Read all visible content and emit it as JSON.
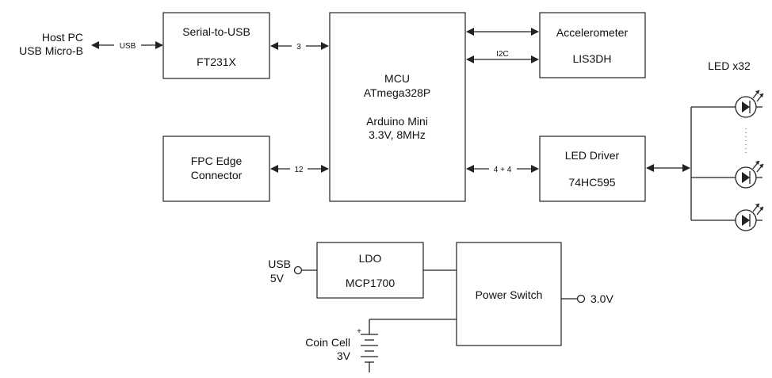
{
  "blocks": {
    "serial": {
      "line1": "Serial-to-USB",
      "line2": "FT231X"
    },
    "mcu": {
      "line1": "MCU",
      "line2": "ATmega328P",
      "line3": "Arduino Mini",
      "line4": "3.3V, 8MHz"
    },
    "accel": {
      "line1": "Accelerometer",
      "line2": "LIS3DH"
    },
    "fpc": {
      "line1": "FPC Edge",
      "line2": "Connector"
    },
    "led_driver": {
      "line1": "LED Driver",
      "line2": "74HC595"
    },
    "ldo": {
      "line1": "LDO",
      "line2": "MCP1700"
    },
    "power_switch": {
      "line1": "Power Switch"
    }
  },
  "labels": {
    "host_pc": {
      "line1": "Host PC",
      "line2": "USB Micro-B"
    },
    "led_array": "LED x32",
    "usb_in": {
      "line1": "USB",
      "line2": "5V"
    },
    "coin_cell": {
      "line1": "Coin Cell",
      "line2": "3V"
    },
    "output": "3.0V",
    "battery_plus": "+"
  },
  "buses": {
    "usb": "USB",
    "serial_mcu": "3",
    "i2c": "I2C",
    "fpc_mcu": "12",
    "mcu_led": "4 + 4"
  },
  "colors": {
    "line": "#222222",
    "background": "#ffffff"
  }
}
